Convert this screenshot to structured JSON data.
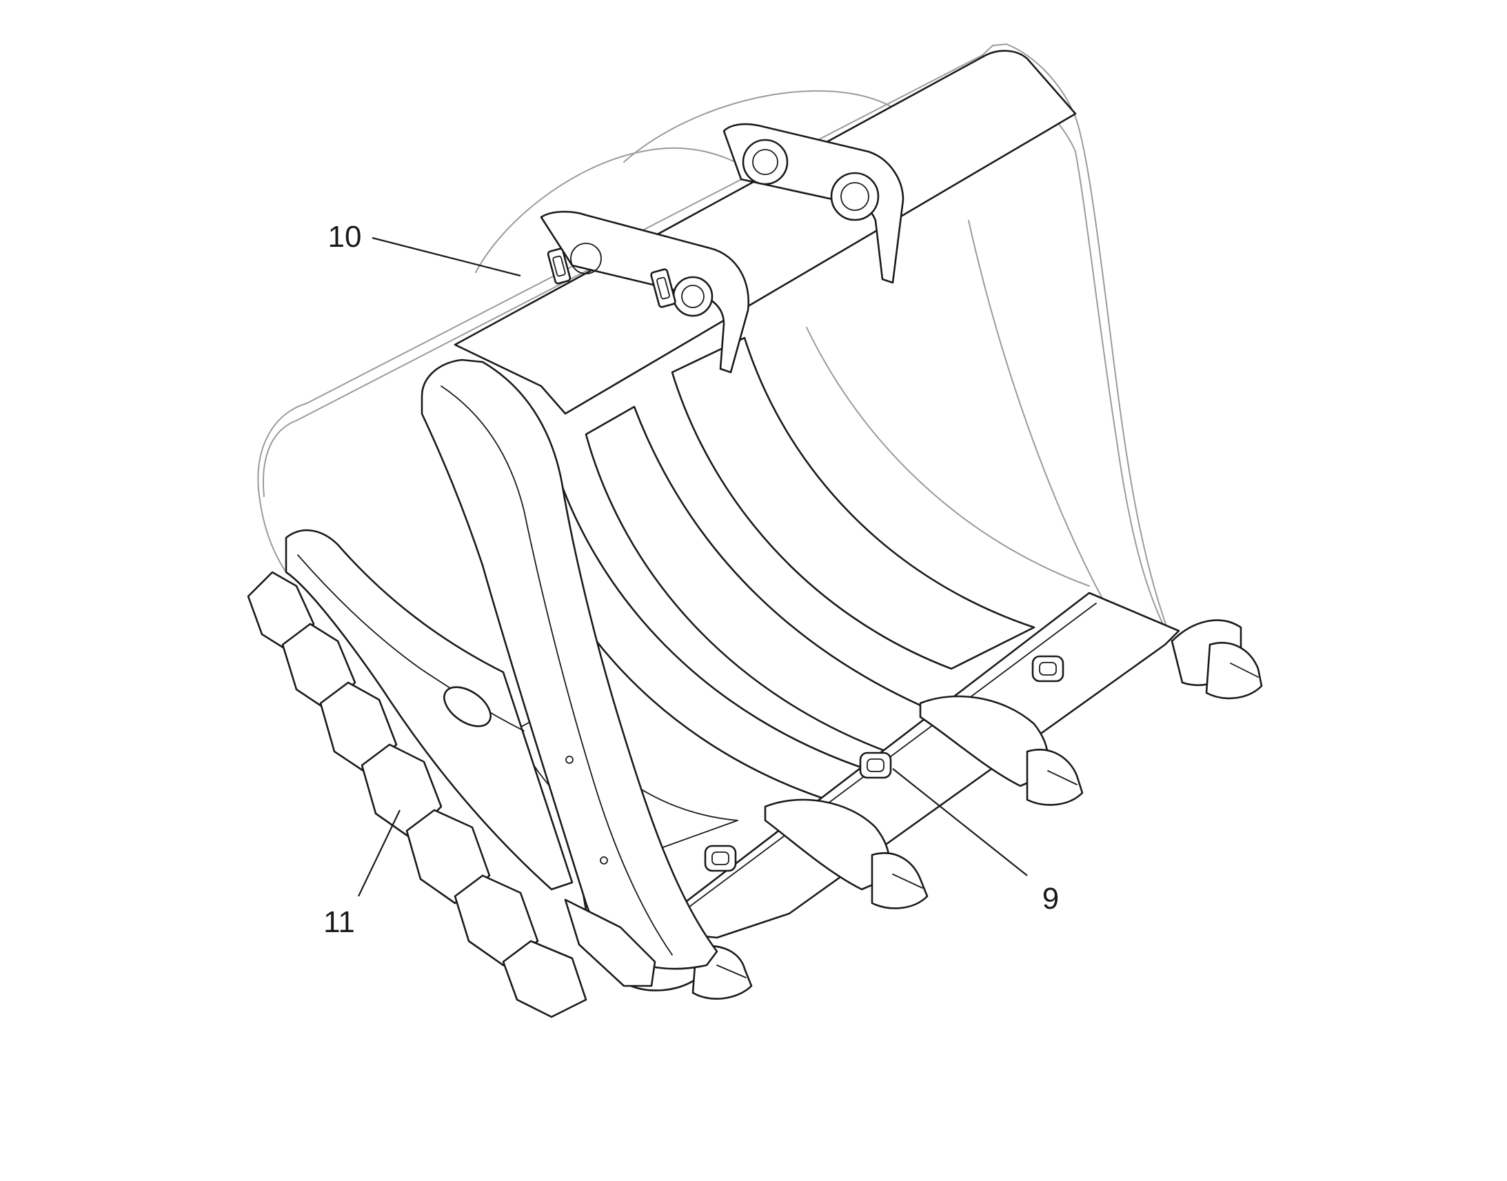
{
  "callouts": [
    {
      "id": "part-10",
      "label": "10"
    },
    {
      "id": "part-11",
      "label": "11"
    },
    {
      "id": "part-9",
      "label": "9"
    }
  ]
}
